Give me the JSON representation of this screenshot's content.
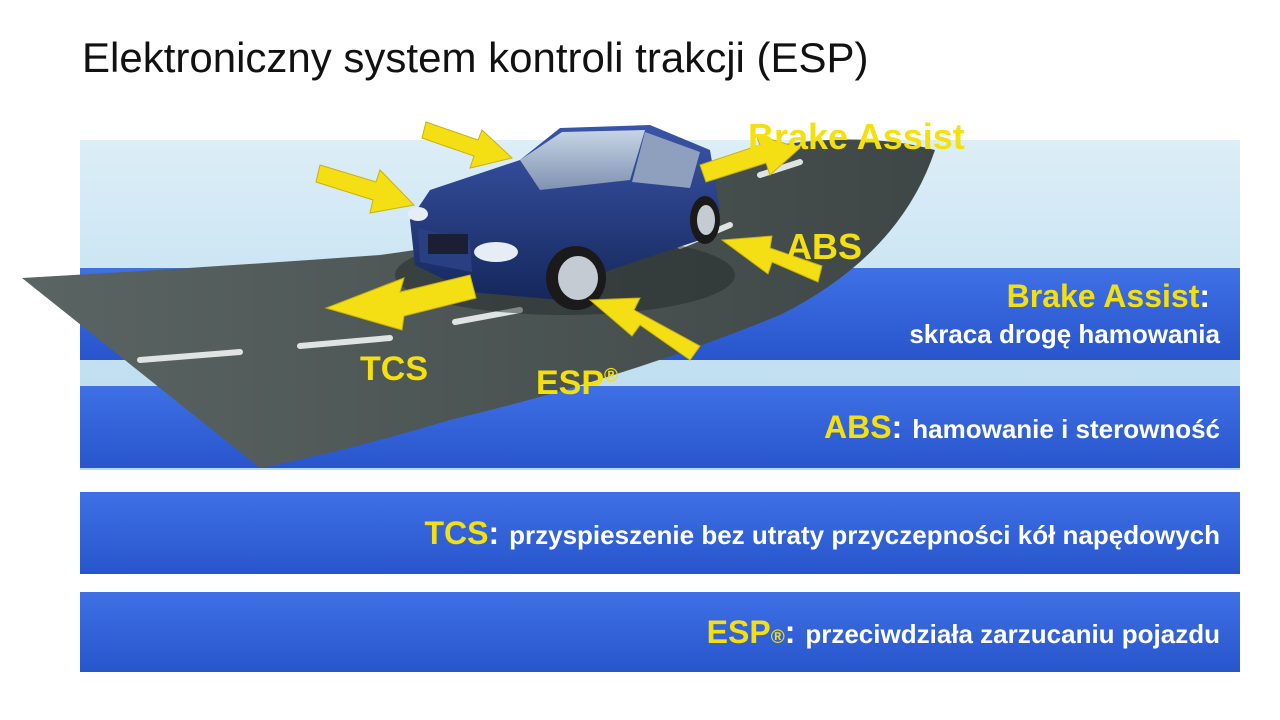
{
  "slide": {
    "title": "Elektroniczny system kontroli trakcji (ESP)"
  },
  "illustration_labels": {
    "brake_assist": "Brake Assist",
    "abs": "ABS",
    "tcs": "TCS",
    "esp": "ESP",
    "registered_mark": "®"
  },
  "rows": [
    {
      "term": "Brake Assist",
      "colon": ":",
      "description": "skraca drogę hamowania"
    },
    {
      "term": "ABS",
      "colon": ":",
      "description": "hamowanie i sterowność"
    },
    {
      "term": "TCS",
      "colon": ":",
      "description": "przyspieszenie bez utraty przyczepności kół napędowych"
    },
    {
      "term": "ESP",
      "mark": "®",
      "colon": ":",
      "description": "przeciwdziała zarzucaniu pojazdu"
    }
  ],
  "colors": {
    "band_blue": "#2e62dc",
    "label_yellow": "#f4e00e",
    "road": "#4a5452",
    "car_blue": "#1f3474"
  }
}
